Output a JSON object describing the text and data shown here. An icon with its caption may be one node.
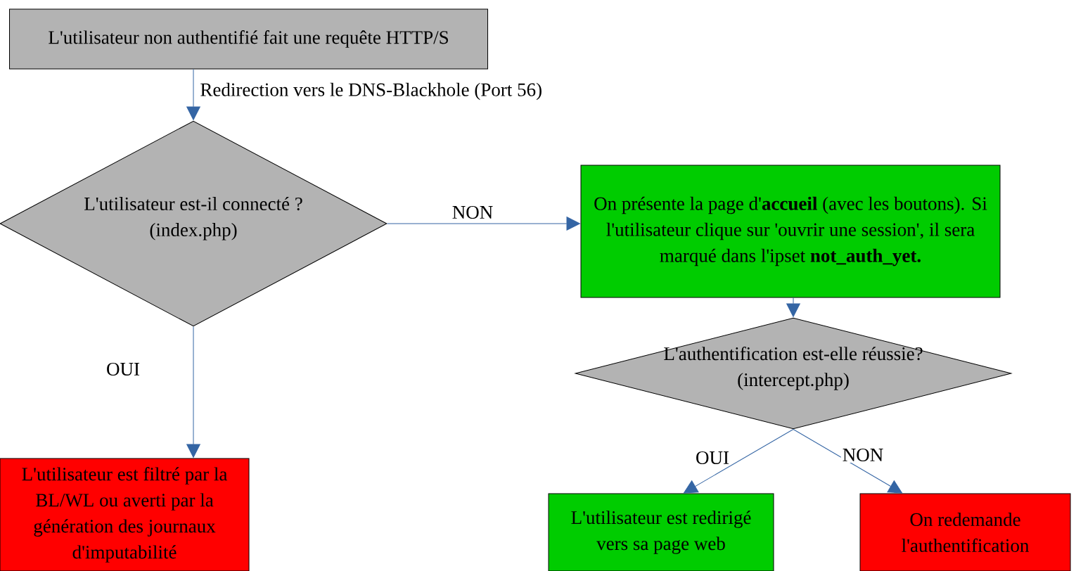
{
  "diagram": {
    "nodes": [
      {
        "text": [
          "L'utilisateur non authentifié fait une requête HTTP/S"
        ]
      },
      {
        "text": [
          "L'utilisateur est-il connecté ? (index.php)"
        ]
      },
      {
        "text": [
          "On présente la page d'**accueil** (avec les boutons). Si l'utilisateur clique sur 'ouvrir une session', il sera marqué dans l'ipset **not_auth_yet.**"
        ]
      },
      {
        "text": [
          "L'authentification est-elle réussie? (intercept.php)"
        ]
      },
      {
        "text": [
          "L'utilisateur est filtré par la BL/WL ou averti par la génération des journaux d'imputabilité"
        ]
      },
      {
        "text": [
          "L'utilisateur est redirigé vers sa page web"
        ]
      },
      {
        "text": [
          "On redemande l'authentification"
        ]
      }
    ],
    "edges": [
      {
        "from": 0,
        "to": 1,
        "arrow": "to",
        "label": "Redirection vers le DNS-Blackhole (Port 56)"
      },
      {
        "from": 1,
        "to": 2,
        "arrow": "to",
        "label": "NON"
      },
      {
        "from": 1,
        "to": 4,
        "arrow": "to",
        "label": "OUI"
      },
      {
        "from": 2,
        "to": 3,
        "arrow": "to"
      },
      {
        "from": 3,
        "to": 5,
        "arrow": "to",
        "label": "OUI"
      },
      {
        "from": 3,
        "to": 6,
        "arrow": "to",
        "label": "NON"
      }
    ]
  }
}
